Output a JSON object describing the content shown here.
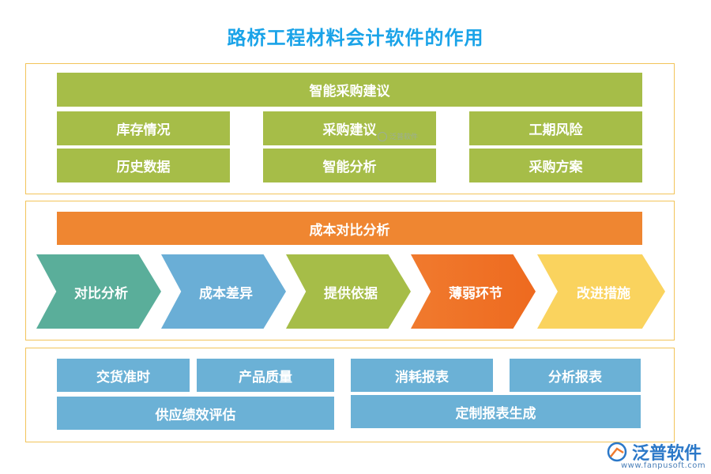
{
  "title": "路桥工程材料会计软件的作用",
  "section1": {
    "header": "智能采购建议",
    "items": [
      "库存情况",
      "采购建议",
      "工期风险",
      "历史数据",
      "智能分析",
      "采购方案"
    ]
  },
  "section2": {
    "header": "成本对比分析",
    "steps": [
      {
        "label": "对比分析",
        "color": "#5aae9a"
      },
      {
        "label": "成本差异",
        "color": "#6aaed6"
      },
      {
        "label": "提供依据",
        "color": "#a6bd48"
      },
      {
        "label": "薄弱环节",
        "color": "#f07a2e"
      },
      {
        "label": "改进措施",
        "color": "#fad35e"
      }
    ]
  },
  "section3": {
    "items": [
      "交货准时",
      "产品质量",
      "供应绩效评估",
      "消耗报表",
      "分析报表",
      "定制报表生成"
    ]
  },
  "watermark": "泛普软件",
  "logo": {
    "name": "泛普软件",
    "url": "www.fanpusoft.com"
  }
}
